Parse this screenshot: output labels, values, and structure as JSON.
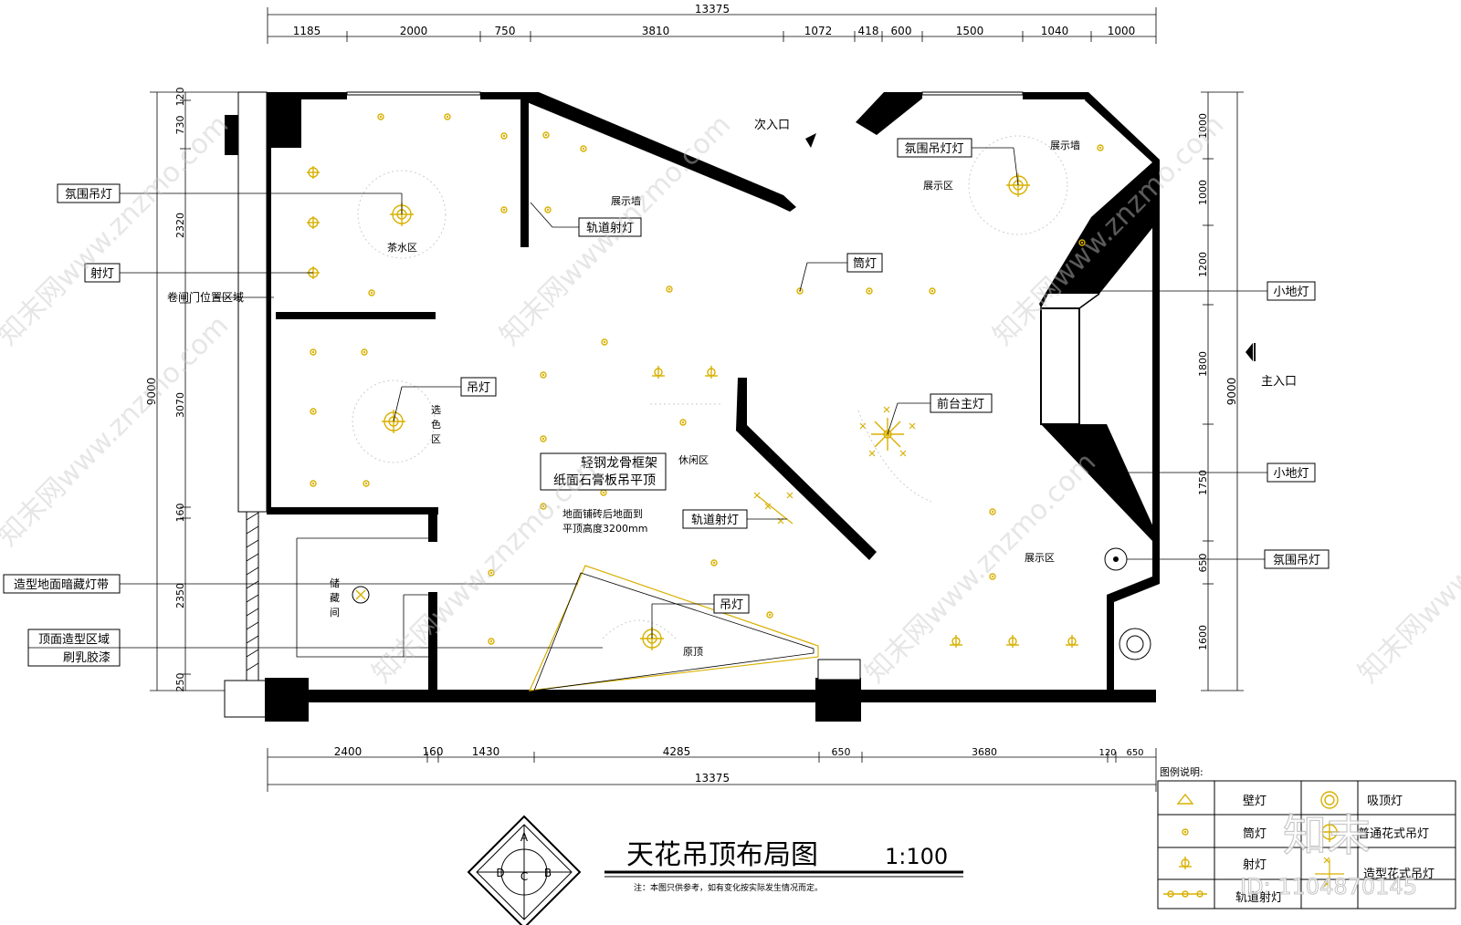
{
  "dims": {
    "top_total": "13375",
    "top": [
      "1185",
      "2000",
      "750",
      "3810",
      "1072",
      "418",
      "600",
      "1500",
      "1040",
      "1000"
    ],
    "bottom_total": "13375",
    "bottom": [
      "2400",
      "160",
      "1430",
      "4285",
      "650",
      "3680",
      "120",
      "650"
    ],
    "left_total": "9000",
    "left": [
      "120",
      "730",
      "2320",
      "3070",
      "160",
      "2350",
      "250"
    ],
    "right_total": "9000",
    "right": [
      "1000",
      "1000",
      "1200",
      "1800",
      "1750",
      "650",
      "1600"
    ]
  },
  "callouts": {
    "ambient_pendant_left": "氛围吊灯",
    "spotlight_left": "射灯",
    "track_spot_top": "轨道射灯",
    "ambient_pendant_top": "氛围吊灯灯",
    "downlight": "筒灯",
    "small_floor_1": "小地灯",
    "pendant_mid": "吊灯",
    "front_desk_main": "前台主灯",
    "small_floor_2": "小地灯",
    "track_spot_mid": "轨道射灯",
    "ambient_pendant_right": "氛围吊灯",
    "floor_strip": "造型地面暗藏灯带",
    "ceiling_zone_1": "顶面造型区域",
    "ceiling_zone_2": "刷乳胶漆",
    "pendant_bottom": "吊灯",
    "keel_1": "轻钢龙骨框架",
    "keel_2": "纸面石膏板吊平顶"
  },
  "labels": {
    "rolling_door": "卷闸门位置区域",
    "tea_area": "茶水区",
    "color_area": [
      "选",
      "色",
      "区"
    ],
    "display_wall_1": "展示墙",
    "display_wall_2": "展示墙",
    "display_area_1": "展示区",
    "display_area_2": "展示区",
    "secondary_entrance": "次入口",
    "main_entrance": "主入口",
    "leisure_area": "休闲区",
    "floor_note_1": "地面铺砖后地面到",
    "floor_note_2": "平顶高度3200mm",
    "storage": [
      "储",
      "藏",
      "间"
    ],
    "original_top": "原顶"
  },
  "title_block": {
    "title": "天花吊顶布局图",
    "scale": "1:100",
    "note": "注：本图只供参考，如有变化按实际发生情况而定。",
    "compass": [
      "A",
      "B",
      "C",
      "D"
    ]
  },
  "legend": {
    "heading": "图例说明:",
    "items": [
      "壁灯",
      "筒灯",
      "射灯",
      "轨道射灯",
      "吸顶灯",
      "普通花式吊灯",
      "造型花式吊灯"
    ]
  },
  "watermark": {
    "site": "知末网www.znzmo.com",
    "logo": "知末",
    "id": "ID: 1104870145"
  },
  "colors": {
    "lamp": "#d8b000",
    "wall": "#000000"
  }
}
